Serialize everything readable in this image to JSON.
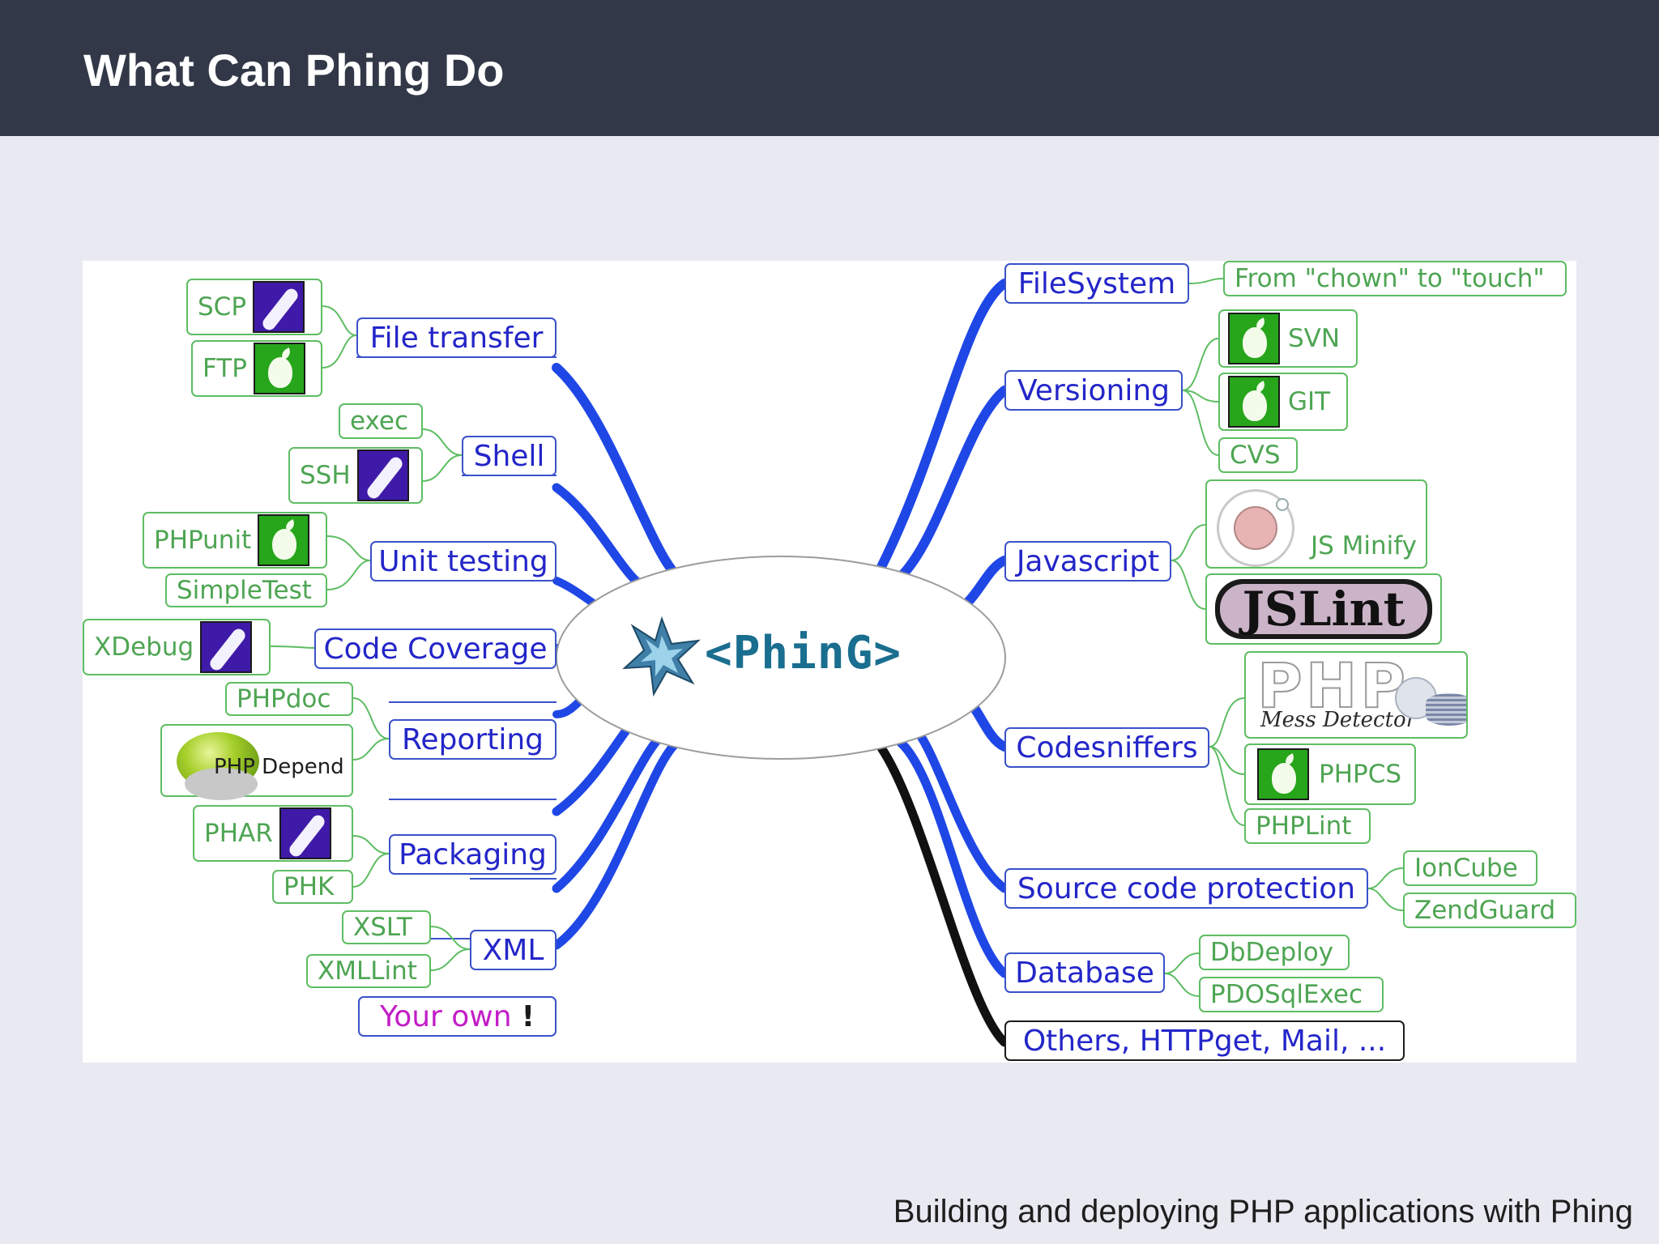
{
  "slide": {
    "title": "What Can Phing Do",
    "footer": "Building and deploying PHP applications with Phing"
  },
  "diagram": {
    "center_logo": "<PhinG>",
    "left": [
      {
        "label": "File transfer",
        "children": [
          {
            "label": "SCP",
            "icon": "pickle-icon"
          },
          {
            "label": "FTP",
            "icon": "pear-icon"
          }
        ]
      },
      {
        "label": "Shell",
        "children": [
          {
            "label": "exec"
          },
          {
            "label": "SSH",
            "icon": "pickle-icon"
          }
        ]
      },
      {
        "label": "Unit testing",
        "children": [
          {
            "label": "PHPunit",
            "icon": "pear-icon"
          },
          {
            "label": "SimpleTest"
          }
        ]
      },
      {
        "label": "Code Coverage",
        "children": [
          {
            "label": "XDebug",
            "icon": "pickle-icon"
          }
        ]
      },
      {
        "label": "Reporting",
        "children": [
          {
            "label": "PHPdoc"
          },
          {
            "label": "PHP Depend",
            "icon": "php-depend-logo"
          }
        ]
      },
      {
        "label": "Packaging",
        "children": [
          {
            "label": "PHAR",
            "icon": "pickle-icon"
          },
          {
            "label": "PHK"
          }
        ]
      },
      {
        "label": "XML",
        "children": [
          {
            "label": "XSLT"
          },
          {
            "label": "XMLLint"
          }
        ]
      },
      {
        "label": "Your own",
        "suffix": "!",
        "children": []
      }
    ],
    "right": [
      {
        "label": "FileSystem",
        "children": [
          {
            "label": "From \"chown\" to \"touch\""
          }
        ]
      },
      {
        "label": "Versioning",
        "children": [
          {
            "label": "SVN",
            "icon": "pear-icon"
          },
          {
            "label": "GIT",
            "icon": "pear-icon"
          },
          {
            "label": "CVS"
          }
        ]
      },
      {
        "label": "Javascript",
        "children": [
          {
            "label": "JS Minify",
            "icon": "js-minify-logo"
          },
          {
            "label": "JSLint",
            "icon": "jslint-logo"
          }
        ]
      },
      {
        "label": "Codesniffers",
        "children": [
          {
            "label": "PHP",
            "sublabel": "Mess Detector",
            "icon": "php-mess-detector-logo"
          },
          {
            "label": "PHPCS",
            "icon": "pear-icon"
          },
          {
            "label": "PHPLint"
          }
        ]
      },
      {
        "label": "Source code protection",
        "children": [
          {
            "label": "IonCube"
          },
          {
            "label": "ZendGuard"
          }
        ]
      },
      {
        "label": "Database",
        "children": [
          {
            "label": "DbDeploy"
          },
          {
            "label": "PDOSqlExec"
          }
        ]
      },
      {
        "label": "Others, HTTPget, Mail, ...",
        "children": []
      }
    ],
    "colors": {
      "branch": "#1f47e6",
      "branch_dark": "#111111",
      "main_text": "#2326c8",
      "sub_text": "#4ea553",
      "sub_border": "#5ebd63",
      "magenta": "#c21dc8",
      "header_bg": "#323847",
      "slide_bg": "#e9eaf1"
    }
  }
}
